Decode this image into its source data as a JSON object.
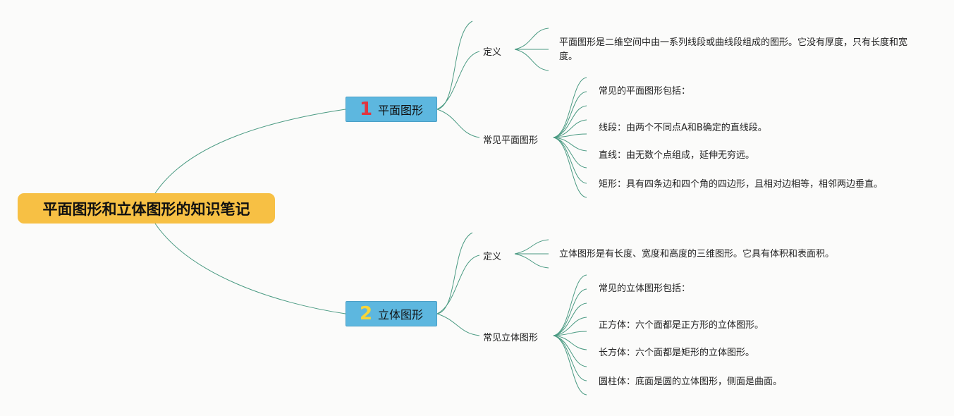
{
  "root": {
    "title": "平面图形和立体图形的知识笔记"
  },
  "branches": [
    {
      "number": "1",
      "title": "平面图形",
      "definition": {
        "label": "定义",
        "text": "平面图形是二维空间中由一系列线段或曲线段组成的图形。它没有厚度，只有长度和宽度。"
      },
      "common": {
        "label": "常见平面图形",
        "items": [
          "常见的平面图形包括：",
          "线段：由两个不同点A和B确定的直线段。",
          "直线：由无数个点组成，延伸无穷远。",
          "矩形：具有四条边和四个角的四边形，且相对边相等，相邻两边垂直。"
        ]
      }
    },
    {
      "number": "2",
      "title": "立体图形",
      "definition": {
        "label": "定义",
        "text": "立体图形是有长度、宽度和高度的三维图形。它具有体积和表面积。"
      },
      "common": {
        "label": "常见立体图形",
        "items": [
          "常见的立体图形包括：",
          "正方体：六个面都是正方形的立体图形。",
          "长方体：六个面都是矩形的立体图形。",
          "圆柱体：底面是圆的立体图形，侧面是曲面。"
        ]
      }
    }
  ]
}
